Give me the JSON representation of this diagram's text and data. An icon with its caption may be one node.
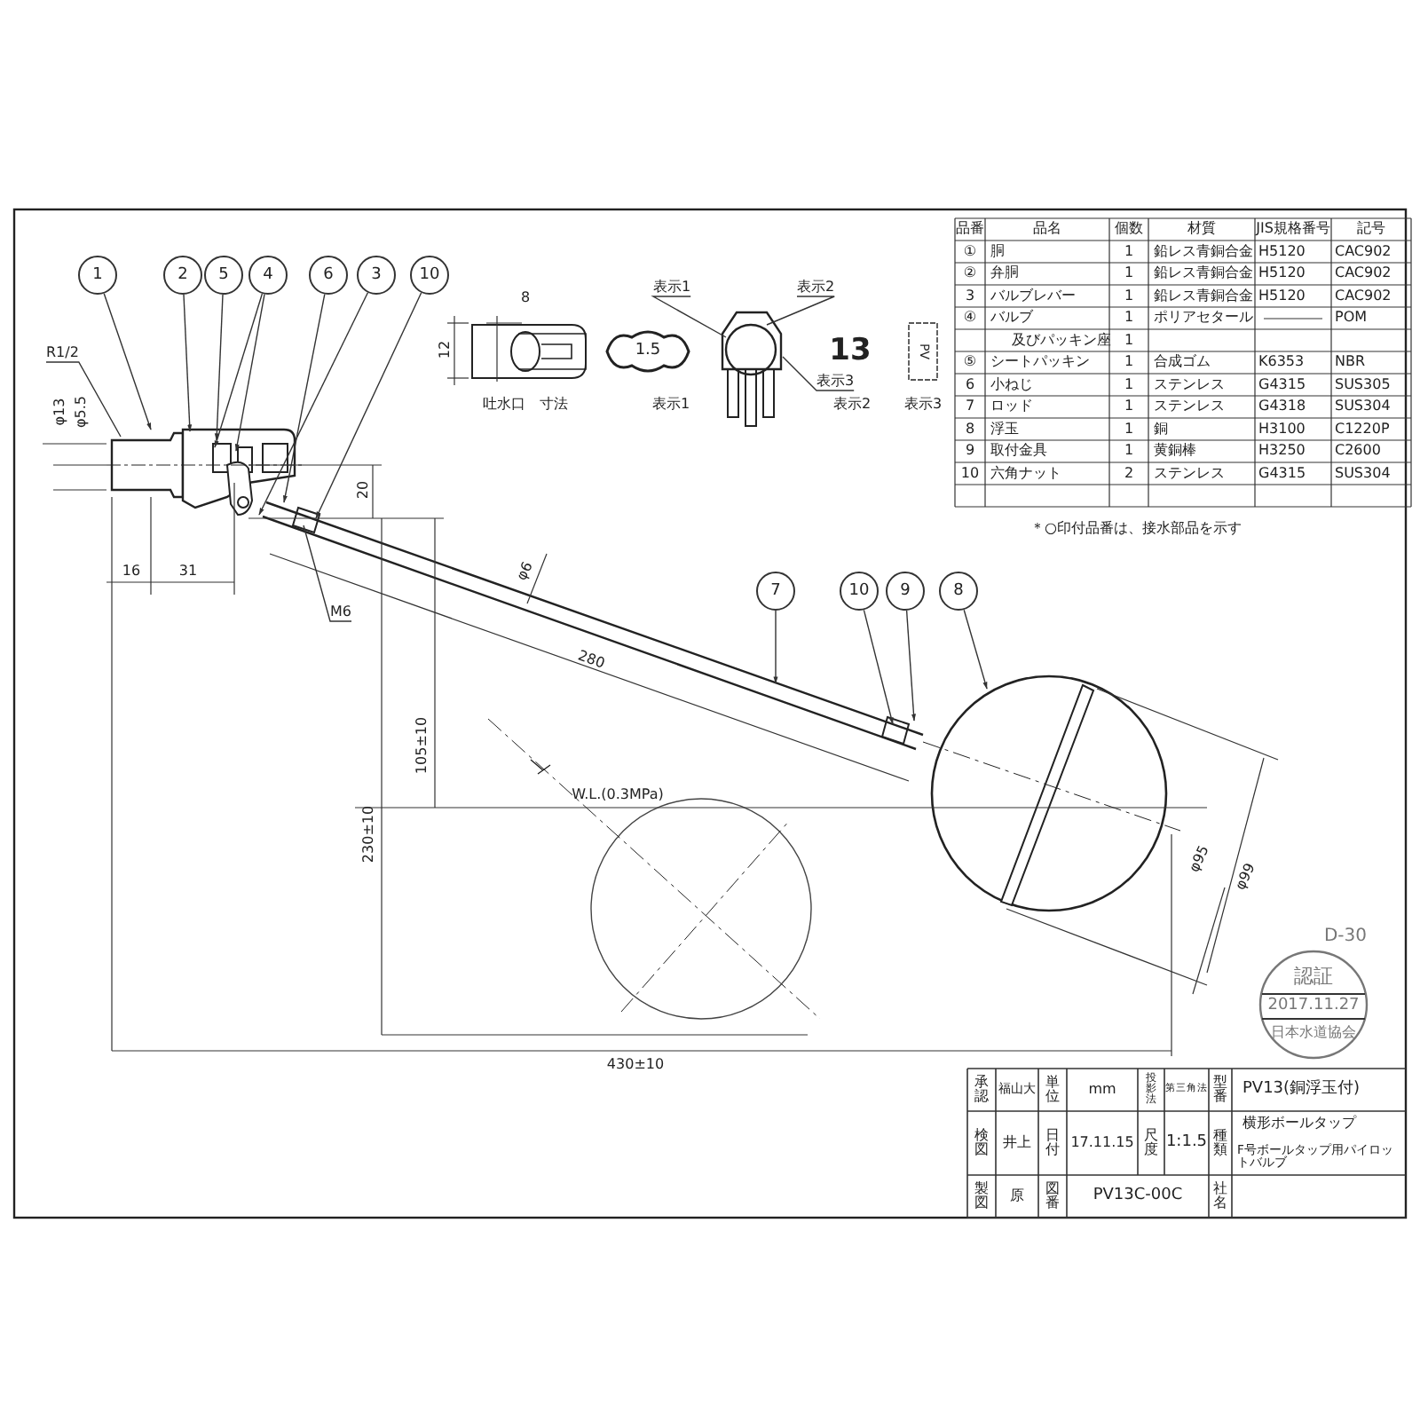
{
  "diagram": {
    "nodes": [
      {
        "text": [
          "1"
        ]
      },
      {
        "text": [
          "2"
        ]
      },
      {
        "text": [
          "5"
        ]
      },
      {
        "text": [
          "4"
        ]
      },
      {
        "text": [
          "6"
        ]
      },
      {
        "text": [
          "3"
        ]
      },
      {
        "text": [
          "10"
        ]
      },
      {
        "text": [
          "7"
        ]
      },
      {
        "text": [
          "10"
        ]
      },
      {
        "text": [
          "9"
        ]
      },
      {
        "text": [
          "8"
        ]
      },
      {
        "text": [
          "表示1"
        ]
      },
      {
        "text": [
          "表示2"
        ]
      },
      {
        "text": [
          "表示3"
        ]
      },
      {
        "text": [
          "R1/2"
        ]
      },
      {
        "text": [
          "M6"
        ]
      }
    ],
    "edges": [
      {
        "from": 0,
        "to": null,
        "arrow": "to"
      },
      {
        "from": 1,
        "to": null,
        "arrow": "to"
      },
      {
        "from": 2,
        "to": null,
        "arrow": "to"
      },
      {
        "from": 3,
        "to": null,
        "arrow": "to"
      },
      {
        "from": 3,
        "to": null,
        "arrow": "to"
      },
      {
        "from": 4,
        "to": null,
        "arrow": "to"
      },
      {
        "from": 5,
        "to": null,
        "arrow": "to"
      },
      {
        "from": 6,
        "to": null,
        "arrow": "to"
      },
      {
        "from": 7,
        "to": null,
        "arrow": "to"
      },
      {
        "from": 8,
        "to": null,
        "arrow": "to"
      },
      {
        "from": 9,
        "to": null,
        "arrow": "to"
      },
      {
        "from": 10,
        "to": null,
        "arrow": "to"
      },
      {
        "from": 11,
        "to": null,
        "arrow": "none"
      },
      {
        "from": 12,
        "to": null,
        "arrow": "none"
      },
      {
        "from": 13,
        "to": null,
        "arrow": "none"
      },
      {
        "from": 14,
        "to": null,
        "arrow": "none"
      },
      {
        "from": 15,
        "to": null,
        "arrow": "none"
      }
    ],
    "labels": [
      "品番",
      "品名",
      "個数",
      "材質",
      "JIS規格番号",
      "記号",
      "①",
      "胴",
      "1",
      "鉛レス青銅合金",
      "H5120",
      "CAC902",
      "②",
      "弁胴",
      "1",
      "鉛レス青銅合金",
      "H5120",
      "CAC902",
      "3",
      "バルブレバー",
      "1",
      "鉛レス青銅合金",
      "H5120",
      "CAC902",
      "④",
      "バルブ",
      "1",
      "ポリアセタール",
      "POM",
      "及びパッキン座",
      "1",
      "⑤",
      "シートパッキン",
      "1",
      "合成ゴム",
      "K6353",
      "NBR",
      "6",
      "小ねじ",
      "1",
      "ステンレス",
      "G4315",
      "SUS305",
      "7",
      "ロッド",
      "1",
      "ステンレス",
      "G4318",
      "SUS304",
      "8",
      "浮玉",
      "1",
      "銅",
      "H3100",
      "C1220P",
      "9",
      "取付金具",
      "1",
      "黄銅棒",
      "H3250",
      "C2600",
      "10",
      "六角ナット",
      "2",
      "ステンレス",
      "G4315",
      "SUS304",
      "＊○印付品番は、接水部品を示す",
      "8",
      "12",
      "吐水口　寸法",
      "1.5",
      "表示1",
      "13",
      "表示2",
      "PV",
      "表示3",
      "φ13",
      "φ5.5",
      "16",
      "31",
      "20",
      "230±10",
      "105±10",
      "φ6",
      "280",
      "W.L.(0.3MPa)",
      "430±10",
      "φ95",
      "φ99",
      "D-30",
      "認証",
      "2017.11.27",
      "日本水道協会",
      "承認",
      "福山大",
      "単位",
      "mm",
      "投影法",
      "第三角法",
      "型番",
      "PV13(銅浮玉付)",
      "検図",
      "井上",
      "日付",
      "17.11.15",
      "尺度",
      "1:1.5",
      "種類",
      "横形ボールタップ",
      "F号ボールタップ用パイロットバルブ",
      "製図",
      "原",
      "図番",
      "PV13C-00C",
      "社名"
    ]
  }
}
